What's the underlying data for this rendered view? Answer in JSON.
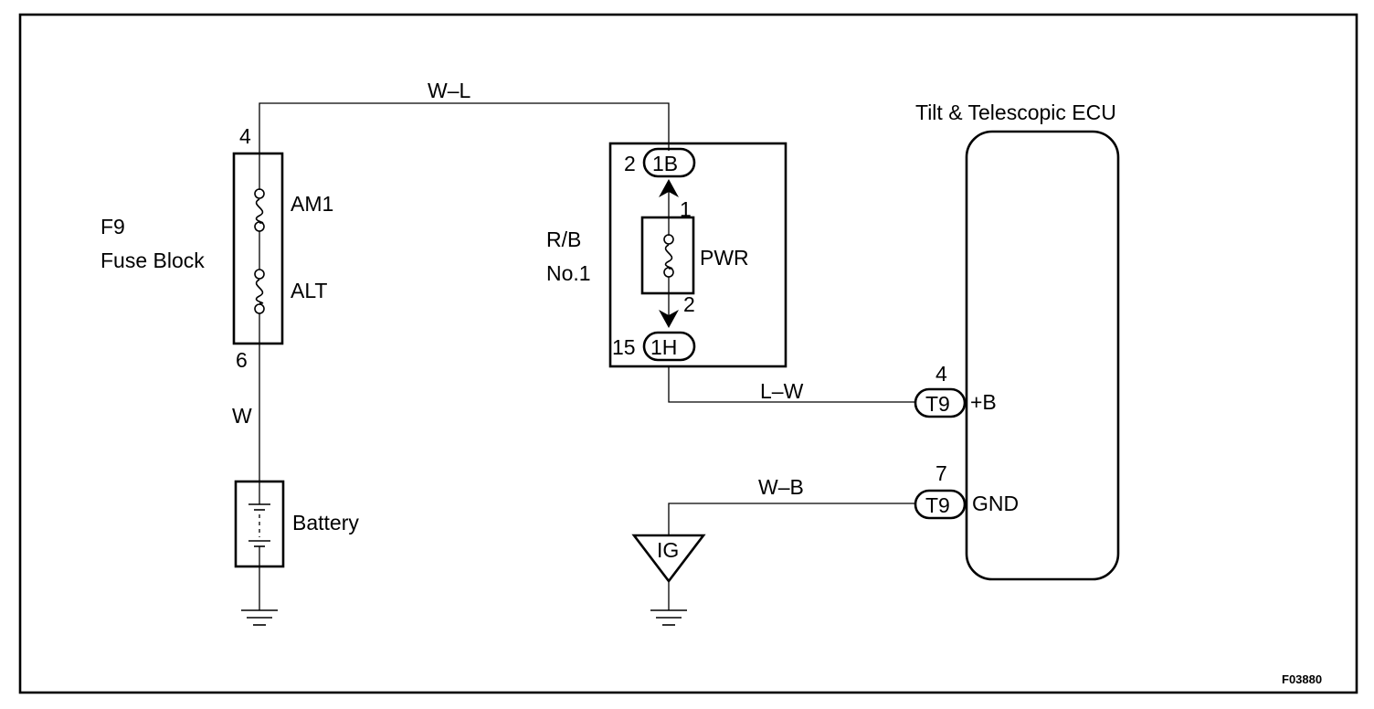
{
  "fuse_block": {
    "code": "F9",
    "name": "Fuse Block",
    "fuse_top": "AM1",
    "fuse_bottom": "ALT",
    "pin_top": "4",
    "pin_bottom": "6"
  },
  "relay_block": {
    "name": "R/B",
    "number": "No.1",
    "fuse": "PWR",
    "connector_top": "1B",
    "connector_top_pin": "2",
    "connector_bottom": "1H",
    "connector_bottom_pin": "15",
    "fuse_pin_top": "1",
    "fuse_pin_bottom": "2"
  },
  "wires": {
    "top": "W–L",
    "battery": "W",
    "ecu_power": "L–W",
    "ecu_ground": "W–B"
  },
  "battery": {
    "label": "Battery"
  },
  "ground_point": {
    "label": "IG"
  },
  "ecu": {
    "title": "Tilt & Telescopic ECU",
    "connector": "T9",
    "pin_power": "4",
    "terminal_power": "+B",
    "pin_ground": "7",
    "terminal_ground": "GND"
  },
  "figure_code": "F03880"
}
